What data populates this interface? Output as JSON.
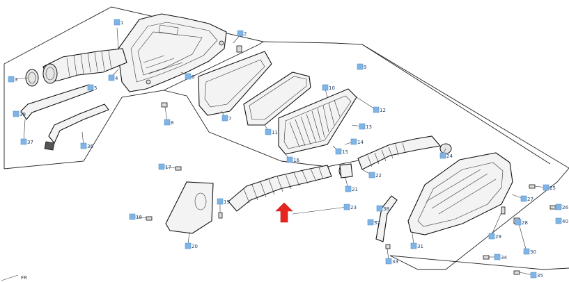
{
  "diagram": {
    "callouts": [
      {
        "id": "c1",
        "label": "1"
      },
      {
        "id": "c2",
        "label": "2"
      },
      {
        "id": "c3",
        "label": "3"
      },
      {
        "id": "c4",
        "label": "4"
      },
      {
        "id": "c5",
        "label": "5"
      },
      {
        "id": "c6",
        "label": "6"
      },
      {
        "id": "c7",
        "label": "7"
      },
      {
        "id": "c8",
        "label": "8"
      },
      {
        "id": "c9",
        "label": "9"
      },
      {
        "id": "c10",
        "label": "10"
      },
      {
        "id": "c11",
        "label": "11"
      },
      {
        "id": "c12",
        "label": "12"
      },
      {
        "id": "c13",
        "label": "13"
      },
      {
        "id": "c14",
        "label": "14"
      },
      {
        "id": "c15",
        "label": "15"
      },
      {
        "id": "c16",
        "label": "16"
      },
      {
        "id": "c17",
        "label": "17"
      },
      {
        "id": "c18",
        "label": "18"
      },
      {
        "id": "c19",
        "label": "19"
      },
      {
        "id": "c20",
        "label": "20"
      },
      {
        "id": "c21",
        "label": "21"
      },
      {
        "id": "c22",
        "label": "22"
      },
      {
        "id": "c23",
        "label": "23"
      },
      {
        "id": "c24",
        "label": "24"
      },
      {
        "id": "c25",
        "label": "25"
      },
      {
        "id": "c26",
        "label": "26"
      },
      {
        "id": "c27",
        "label": "27"
      },
      {
        "id": "c28",
        "label": "28"
      },
      {
        "id": "c29",
        "label": "29"
      },
      {
        "id": "c30",
        "label": "30"
      },
      {
        "id": "c31",
        "label": "31"
      },
      {
        "id": "c32",
        "label": "32"
      },
      {
        "id": "c33",
        "label": "33"
      },
      {
        "id": "c34",
        "label": "34"
      },
      {
        "id": "c35",
        "label": "35"
      },
      {
        "id": "c36",
        "label": "36"
      },
      {
        "id": "c37",
        "label": "37"
      },
      {
        "id": "c38",
        "label": "38"
      },
      {
        "id": "c39",
        "label": "39"
      },
      {
        "id": "c40",
        "label": "40"
      }
    ],
    "highlight_color": "#e52620",
    "callout_color": "#7fb4e6",
    "corner_text": "FR"
  }
}
